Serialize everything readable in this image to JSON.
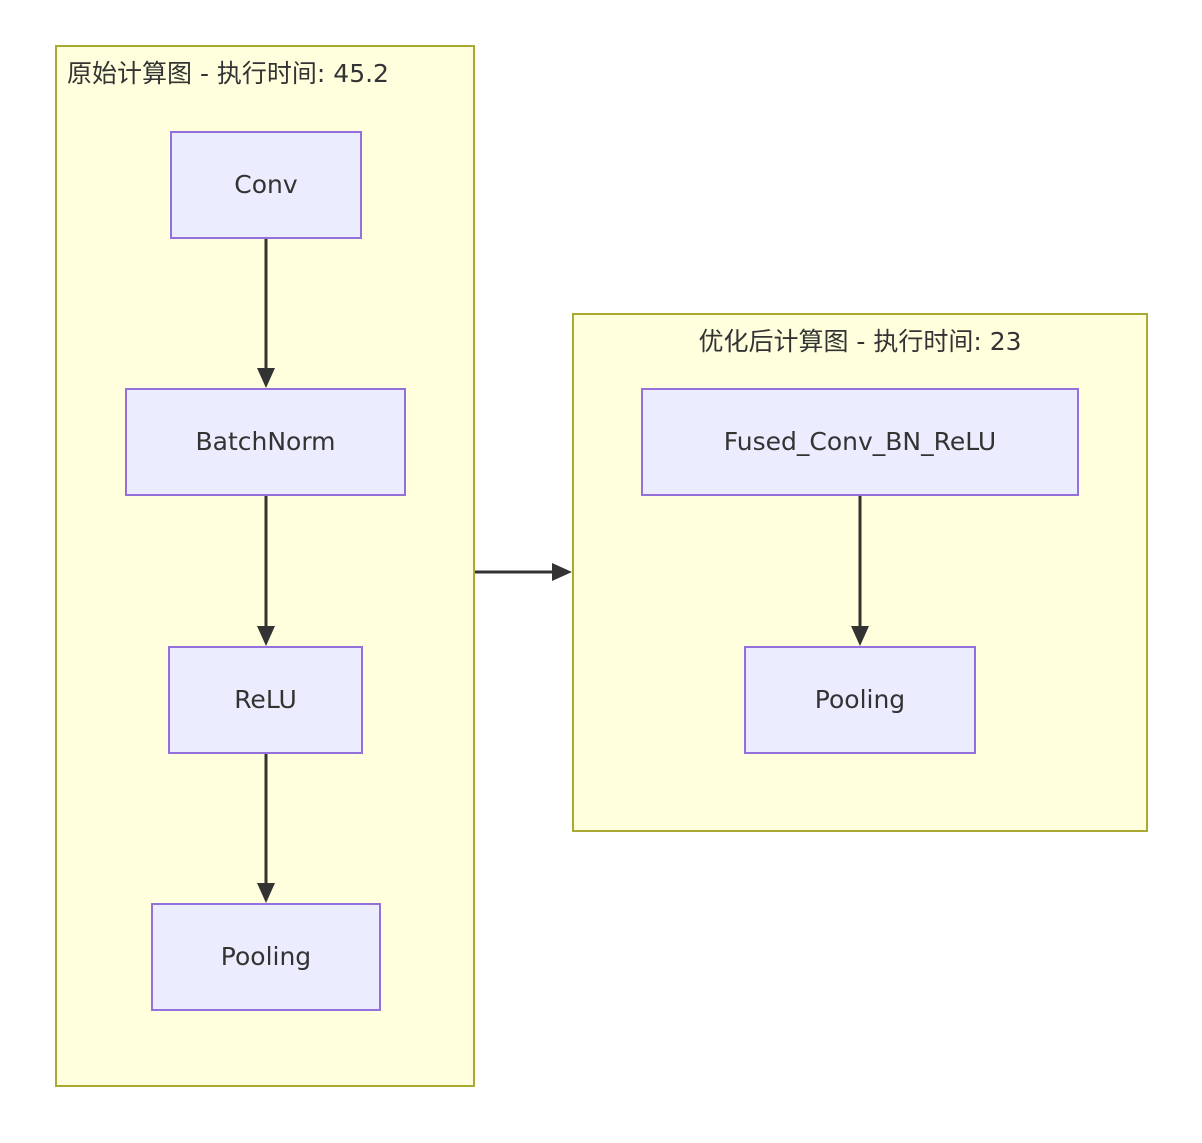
{
  "diagram": {
    "type": "flowchart",
    "direction": "left-to-right",
    "background_color": "#ffffff",
    "subgraph_fill": "#ffffde",
    "subgraph_border": "#aaaa33",
    "node_fill": "#ececff",
    "node_border": "#9370db",
    "edge_color": "#333333",
    "text_color": "#333333"
  },
  "subgraphs": [
    {
      "id": "original",
      "title": "原始计算图 - 执行时间: 45.2",
      "nodes": [
        {
          "id": "conv",
          "label": "Conv"
        },
        {
          "id": "batchnorm",
          "label": "BatchNorm"
        },
        {
          "id": "relu",
          "label": "ReLU"
        },
        {
          "id": "pooling",
          "label": "Pooling"
        }
      ],
      "edges": [
        {
          "from": "conv",
          "to": "batchnorm"
        },
        {
          "from": "batchnorm",
          "to": "relu"
        },
        {
          "from": "relu",
          "to": "pooling"
        }
      ]
    },
    {
      "id": "optimized",
      "title": "优化后计算图 - 执行时间: 23",
      "nodes": [
        {
          "id": "fused",
          "label": "Fused_Conv_BN_ReLU"
        },
        {
          "id": "pooling",
          "label": "Pooling"
        }
      ],
      "edges": [
        {
          "from": "fused",
          "to": "pooling"
        }
      ]
    }
  ],
  "cross_edges": [
    {
      "from": "original",
      "to": "optimized",
      "label": ""
    }
  ]
}
